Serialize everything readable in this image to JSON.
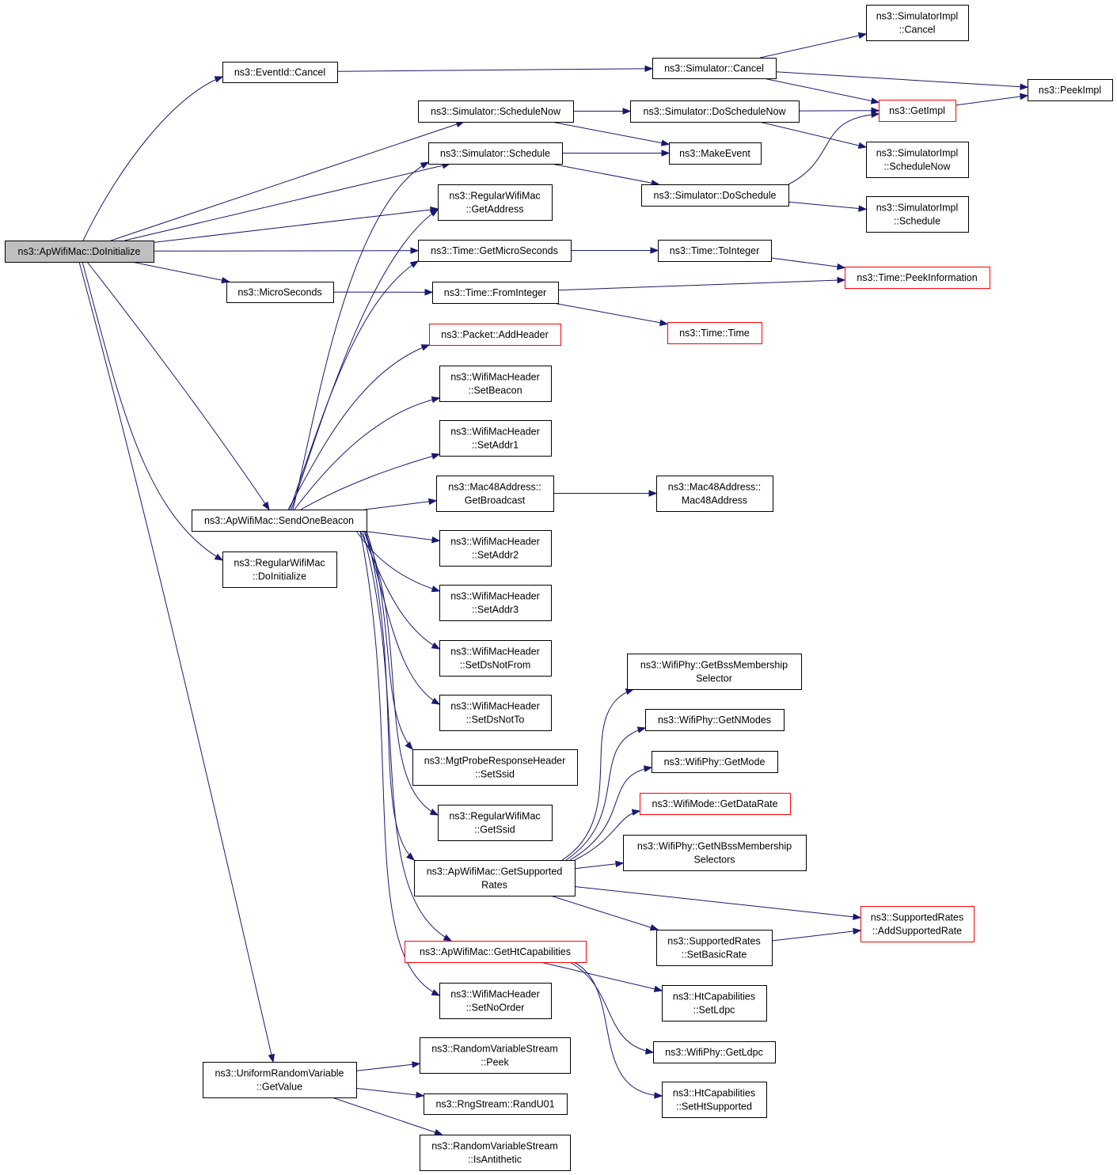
{
  "colors": {
    "edge": "#191970",
    "root_fill": "#bfbfbf",
    "border": "#000000",
    "truncated_border": "#ff0000"
  },
  "nodes": [
    {
      "id": "root",
      "lines": [
        "ns3::ApWifiMac::DoInitialize"
      ],
      "root": true
    },
    {
      "id": "eventid_cancel",
      "lines": [
        "ns3::EventId::Cancel"
      ]
    },
    {
      "id": "sim_cancel",
      "lines": [
        "ns3::Simulator::Cancel"
      ]
    },
    {
      "id": "simimpl_cancel",
      "lines": [
        "ns3::SimulatorImpl",
        "::Cancel"
      ]
    },
    {
      "id": "peekimpl",
      "lines": [
        "ns3::PeekImpl"
      ]
    },
    {
      "id": "getimpl",
      "lines": [
        "ns3::GetImpl"
      ],
      "red": true
    },
    {
      "id": "sim_schedulenow",
      "lines": [
        "ns3::Simulator::ScheduleNow"
      ]
    },
    {
      "id": "sim_doschedulenow",
      "lines": [
        "ns3::Simulator::DoScheduleNow"
      ]
    },
    {
      "id": "makeevent",
      "lines": [
        "ns3::MakeEvent"
      ]
    },
    {
      "id": "simimpl_schedulenow",
      "lines": [
        "ns3::SimulatorImpl",
        "::ScheduleNow"
      ]
    },
    {
      "id": "sim_schedule",
      "lines": [
        "ns3::Simulator::Schedule"
      ]
    },
    {
      "id": "sim_doschedule",
      "lines": [
        "ns3::Simulator::DoSchedule"
      ]
    },
    {
      "id": "simimpl_schedule",
      "lines": [
        "ns3::SimulatorImpl",
        "::Schedule"
      ]
    },
    {
      "id": "regmac_getaddress",
      "lines": [
        "ns3::RegularWifiMac",
        "::GetAddress"
      ]
    },
    {
      "id": "time_getmicro",
      "lines": [
        "ns3::Time::GetMicroSeconds"
      ]
    },
    {
      "id": "time_tointeger",
      "lines": [
        "ns3::Time::ToInteger"
      ]
    },
    {
      "id": "time_peekinfo",
      "lines": [
        "ns3::Time::PeekInformation"
      ],
      "red": true
    },
    {
      "id": "microseconds",
      "lines": [
        "ns3::MicroSeconds"
      ]
    },
    {
      "id": "time_frominteger",
      "lines": [
        "ns3::Time::FromInteger"
      ]
    },
    {
      "id": "time_time",
      "lines": [
        "ns3::Time::Time"
      ],
      "red": true
    },
    {
      "id": "packet_addheader",
      "lines": [
        "ns3::Packet::AddHeader"
      ],
      "red": true
    },
    {
      "id": "hdr_setbeacon",
      "lines": [
        "ns3::WifiMacHeader",
        "::SetBeacon"
      ]
    },
    {
      "id": "hdr_setaddr1",
      "lines": [
        "ns3::WifiMacHeader",
        "::SetAddr1"
      ]
    },
    {
      "id": "mac48_getbroadcast",
      "lines": [
        "ns3::Mac48Address::",
        "GetBroadcast"
      ]
    },
    {
      "id": "mac48_ctor",
      "lines": [
        "ns3::Mac48Address::",
        "Mac48Address"
      ]
    },
    {
      "id": "sendonebeacon",
      "lines": [
        "ns3::ApWifiMac::SendOneBeacon"
      ]
    },
    {
      "id": "hdr_setaddr2",
      "lines": [
        "ns3::WifiMacHeader",
        "::SetAddr2"
      ]
    },
    {
      "id": "regmac_doinit",
      "lines": [
        "ns3::RegularWifiMac",
        "::DoInitialize"
      ]
    },
    {
      "id": "hdr_setaddr3",
      "lines": [
        "ns3::WifiMacHeader",
        "::SetAddr3"
      ]
    },
    {
      "id": "hdr_setdsnotfrom",
      "lines": [
        "ns3::WifiMacHeader",
        "::SetDsNotFrom"
      ]
    },
    {
      "id": "phy_getbss",
      "lines": [
        "ns3::WifiPhy::GetBssMembership",
        "Selector"
      ]
    },
    {
      "id": "hdr_setdsnotto",
      "lines": [
        "ns3::WifiMacHeader",
        "::SetDsNotTo"
      ]
    },
    {
      "id": "phy_getnmodes",
      "lines": [
        "ns3::WifiPhy::GetNModes"
      ]
    },
    {
      "id": "probe_setssid",
      "lines": [
        "ns3::MgtProbeResponseHeader",
        "::SetSsid"
      ]
    },
    {
      "id": "phy_getmode",
      "lines": [
        "ns3::WifiPhy::GetMode"
      ]
    },
    {
      "id": "mode_getdatarate",
      "lines": [
        "ns3::WifiMode::GetDataRate"
      ],
      "red": true
    },
    {
      "id": "regmac_getssid",
      "lines": [
        "ns3::RegularWifiMac",
        "::GetSsid"
      ]
    },
    {
      "id": "phy_getnbss",
      "lines": [
        "ns3::WifiPhy::GetNBssMembership",
        "Selectors"
      ]
    },
    {
      "id": "getsupportedrates",
      "lines": [
        "ns3::ApWifiMac::GetSupported",
        "Rates"
      ]
    },
    {
      "id": "rates_addsupported",
      "lines": [
        "ns3::SupportedRates",
        "::AddSupportedRate"
      ],
      "red": true
    },
    {
      "id": "rates_setbasic",
      "lines": [
        "ns3::SupportedRates",
        "::SetBasicRate"
      ]
    },
    {
      "id": "gethtcaps",
      "lines": [
        "ns3::ApWifiMac::GetHtCapabilities"
      ],
      "red": true
    },
    {
      "id": "htcaps_setldpc",
      "lines": [
        "ns3::HtCapabilities",
        "::SetLdpc"
      ]
    },
    {
      "id": "hdr_setnoorder",
      "lines": [
        "ns3::WifiMacHeader",
        "::SetNoOrder"
      ]
    },
    {
      "id": "phy_getldpc",
      "lines": [
        "ns3::WifiPhy::GetLdpc"
      ]
    },
    {
      "id": "rvs_peek",
      "lines": [
        "ns3::RandomVariableStream",
        "::Peek"
      ]
    },
    {
      "id": "urv_getvalue",
      "lines": [
        "ns3::UniformRandomVariable",
        "::GetValue"
      ]
    },
    {
      "id": "htcaps_setht",
      "lines": [
        "ns3::HtCapabilities",
        "::SetHtSupported"
      ]
    },
    {
      "id": "rng_randu01",
      "lines": [
        "ns3::RngStream::RandU01"
      ]
    },
    {
      "id": "rvs_isantithetic",
      "lines": [
        "ns3::RandomVariableStream",
        "::IsAntithetic"
      ]
    }
  ],
  "edges": [
    [
      "root",
      "eventid_cancel"
    ],
    [
      "root",
      "sim_schedulenow"
    ],
    [
      "root",
      "sim_schedule"
    ],
    [
      "root",
      "regmac_getaddress"
    ],
    [
      "root",
      "time_getmicro"
    ],
    [
      "root",
      "microseconds"
    ],
    [
      "root",
      "sendonebeacon"
    ],
    [
      "root",
      "regmac_doinit"
    ],
    [
      "root",
      "urv_getvalue"
    ],
    [
      "eventid_cancel",
      "sim_cancel"
    ],
    [
      "sim_cancel",
      "simimpl_cancel"
    ],
    [
      "sim_cancel",
      "peekimpl"
    ],
    [
      "sim_cancel",
      "getimpl"
    ],
    [
      "getimpl",
      "peekimpl"
    ],
    [
      "sim_schedulenow",
      "sim_doschedulenow"
    ],
    [
      "sim_schedulenow",
      "makeevent"
    ],
    [
      "sim_doschedulenow",
      "getimpl"
    ],
    [
      "sim_doschedulenow",
      "simimpl_schedulenow"
    ],
    [
      "sim_schedule",
      "makeevent"
    ],
    [
      "sim_schedule",
      "sim_doschedule"
    ],
    [
      "sim_doschedule",
      "getimpl"
    ],
    [
      "sim_doschedule",
      "simimpl_schedule"
    ],
    [
      "time_getmicro",
      "time_tointeger"
    ],
    [
      "time_tointeger",
      "time_peekinfo"
    ],
    [
      "microseconds",
      "time_frominteger"
    ],
    [
      "time_frominteger",
      "time_peekinfo"
    ],
    [
      "time_frominteger",
      "time_time"
    ],
    [
      "sendonebeacon",
      "sim_schedule"
    ],
    [
      "sendonebeacon",
      "regmac_getaddress"
    ],
    [
      "sendonebeacon",
      "time_getmicro"
    ],
    [
      "sendonebeacon",
      "packet_addheader"
    ],
    [
      "sendonebeacon",
      "hdr_setbeacon"
    ],
    [
      "sendonebeacon",
      "hdr_setaddr1"
    ],
    [
      "sendonebeacon",
      "mac48_getbroadcast"
    ],
    [
      "sendonebeacon",
      "hdr_setaddr2"
    ],
    [
      "sendonebeacon",
      "hdr_setaddr3"
    ],
    [
      "sendonebeacon",
      "hdr_setdsnotfrom"
    ],
    [
      "sendonebeacon",
      "hdr_setdsnotto"
    ],
    [
      "sendonebeacon",
      "probe_setssid"
    ],
    [
      "sendonebeacon",
      "regmac_getssid"
    ],
    [
      "sendonebeacon",
      "getsupportedrates"
    ],
    [
      "sendonebeacon",
      "gethtcaps"
    ],
    [
      "sendonebeacon",
      "hdr_setnoorder"
    ],
    [
      "mac48_getbroadcast",
      "mac48_ctor"
    ],
    [
      "getsupportedrates",
      "phy_getbss"
    ],
    [
      "getsupportedrates",
      "phy_getnmodes"
    ],
    [
      "getsupportedrates",
      "phy_getmode"
    ],
    [
      "getsupportedrates",
      "mode_getdatarate"
    ],
    [
      "getsupportedrates",
      "phy_getnbss"
    ],
    [
      "getsupportedrates",
      "rates_addsupported"
    ],
    [
      "getsupportedrates",
      "rates_setbasic"
    ],
    [
      "rates_setbasic",
      "rates_addsupported"
    ],
    [
      "gethtcaps",
      "htcaps_setldpc"
    ],
    [
      "gethtcaps",
      "phy_getldpc"
    ],
    [
      "gethtcaps",
      "htcaps_setht"
    ],
    [
      "urv_getvalue",
      "rvs_peek"
    ],
    [
      "urv_getvalue",
      "rng_randu01"
    ],
    [
      "urv_getvalue",
      "rvs_isantithetic"
    ]
  ]
}
